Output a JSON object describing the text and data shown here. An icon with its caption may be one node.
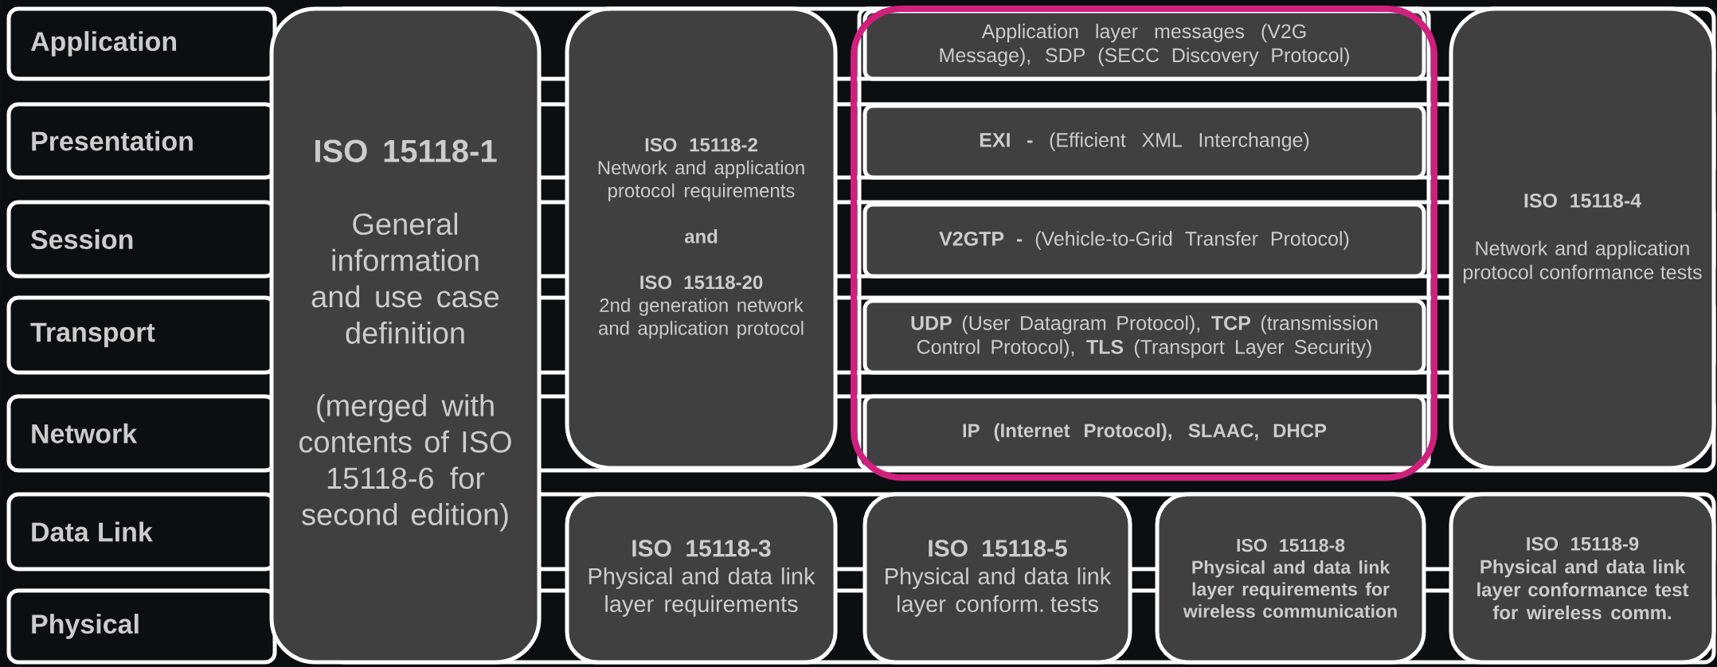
{
  "diagram": {
    "nodes": [
      {
        "text": [
          "Application"
        ]
      },
      {
        "text": [
          "Presentation"
        ]
      },
      {
        "text": [
          "Session"
        ]
      },
      {
        "text": [
          "Transport"
        ]
      },
      {
        "text": [
          "Network"
        ]
      },
      {
        "text": [
          "Data Link"
        ]
      },
      {
        "text": [
          "Physical"
        ]
      },
      {
        "text": [
          "ISO 15118-1",
          "General information and use case definition",
          "(merged with contents of ISO 15118-6 for second edition)"
        ]
      },
      {
        "text": [
          "ISO 15118-2",
          "Network and application protocol requirements",
          "and",
          "ISO 15118-20",
          "2nd generation network and application protocol"
        ]
      },
      {
        "text": [
          "Application layer messages (V2G Message), SDP (SECC Discovery Protocol)"
        ]
      },
      {
        "text": [
          "**EXI -** (Efficient XML Interchange)"
        ]
      },
      {
        "text": [
          "**V2GTP -** (Vehicle-to-Grid Transfer Protocol)"
        ]
      },
      {
        "text": [
          "**UDP** (User Datagram Protocol), **TCP** (transmission Control Protocol), **TLS** (Transport Layer Security)"
        ]
      },
      {
        "text": [
          "IP (Internet Protocol), SLAAC, DHCP"
        ]
      },
      {
        "text": [
          "ISO 15118-4",
          "Network and application protocol conformance tests"
        ]
      },
      {
        "text": [
          "ISO 15118-3",
          "Physical and data link layer requirements"
        ]
      },
      {
        "text": [
          "ISO 15118-5",
          "Physical and data link layer conform. tests"
        ]
      },
      {
        "text": [
          "ISO 15118-8",
          "Physical and data link layer requirements for wireless communication"
        ]
      },
      {
        "text": [
          "ISO 15118-9",
          "Physical and data link layer conformance test for wireless comm."
        ]
      }
    ]
  }
}
